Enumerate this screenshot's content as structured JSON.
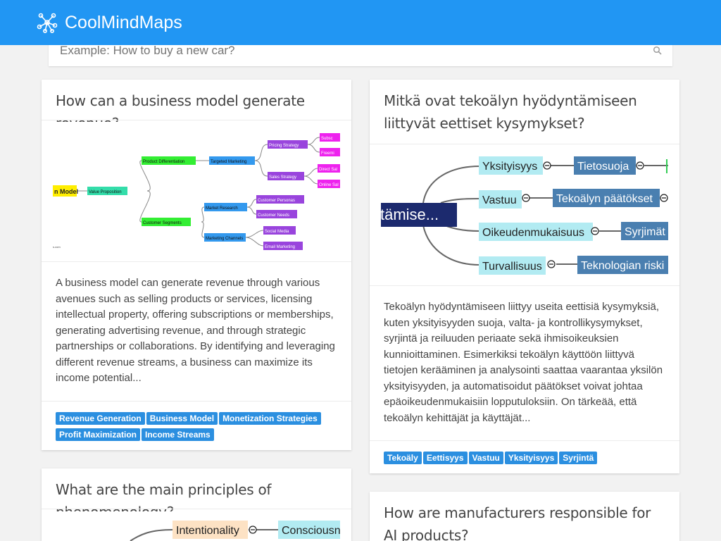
{
  "header": {
    "brand": "CoolMindMaps"
  },
  "search": {
    "placeholder": "Example: How to buy a new car?"
  },
  "cards": [
    {
      "title": "How can a business model generate revenue?",
      "map": {
        "root": "n Model",
        "level1": "Value Proposition",
        "branches": [
          "Product Differentiation",
          "Customer Segments"
        ],
        "level3": [
          "Targeted Marketing",
          "Market Research",
          "Marketing Channels"
        ],
        "level4": [
          "Pricing Strategy",
          "Sales Strategy",
          "Customer Personas",
          "Customer Needs",
          "Social Media",
          "Email Marketing"
        ],
        "level5": [
          "Subsc",
          "Freemi",
          "Direct Sal",
          "Online Sal"
        ],
        "credit": "s.com"
      },
      "summary": "A business model can generate revenue through various avenues such as selling products or services, licensing intellectual property, offering subscriptions or memberships, generating advertising revenue, and through strategic partnerships or collaborations. By identifying and leveraging different revenue streams, a business can maximize its income potential...",
      "tags": [
        "Revenue Generation",
        "Business Model",
        "Monetization Strategies",
        "Profit Maximization",
        "Income Streams"
      ]
    },
    {
      "title": "Mitkä ovat tekoälyn hyödyntämiseen liittyvät eettiset kysymykset?",
      "map": {
        "root": "tämise...",
        "nodes": [
          "Yksityisyys",
          "Vastuu",
          "Oikeudenmukaisuus",
          "Turvallisuus"
        ],
        "children": [
          "Tietosuoja",
          "Tekoälyn päätökset",
          "Syrjimät",
          "Teknologian riski"
        ]
      },
      "summary": "Tekoälyn hyödyntämiseen liittyy useita eettisiä kysymyksiä, kuten yksityisyyden suoja, valta- ja kontrollikysymykset, syrjintä ja reiluuden periaate sekä ihmisoikeuksien kunnioittaminen. Esimerkiksi tekoälyn käyttöön liittyvä tietojen kerääminen ja analysointi saattaa vaarantaa yksilön yksityisyyden, ja automatisoidut päätökset voivat johtaa epäoikeudenmukaisiin lopputuloksiin. On tärkeää, että tekoälyn kehittäjät ja käyttäjät...",
      "tags": [
        "Tekoäly",
        "Eettisyys",
        "Vastuu",
        "Yksityisyys",
        "Syrjintä"
      ]
    },
    {
      "title": "What are the main principles of phenomenology?",
      "map": {
        "nodes": [
          "Intentionality",
          "Consciousne"
        ]
      }
    },
    {
      "title": "How are manufacturers responsible for AI products?"
    }
  ],
  "colors": {
    "header": "#2196f3",
    "tag": "#2b8fe0",
    "node_green": "#33ee33",
    "node_blue": "#3399ee",
    "node_purple": "#9944dd",
    "node_magenta": "#ee22ee",
    "node_teal": "#33ddaa",
    "node_yellow": "#ffee00",
    "fi_cyan": "#b2ebf2",
    "fi_steel": "#4a7fb0",
    "fi_navy": "#1c2a6e",
    "ph_peach": "#fde2c4"
  },
  "icons": [
    "mindmap-logo-icon",
    "search-icon",
    "collapse-icon"
  ]
}
